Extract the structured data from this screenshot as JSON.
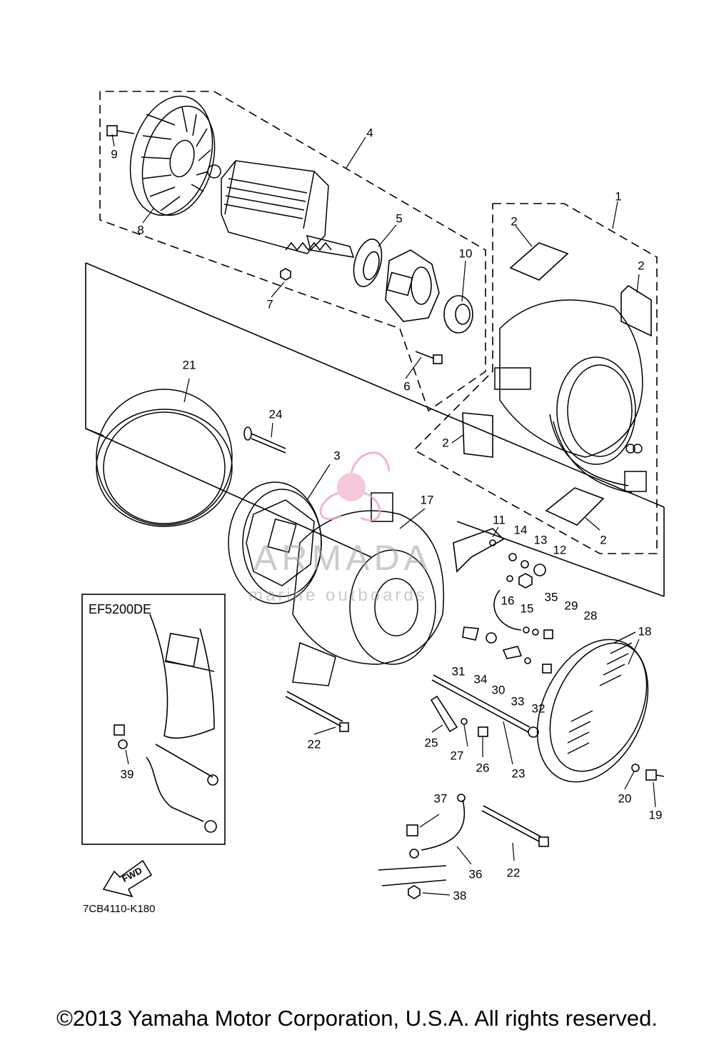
{
  "inset": {
    "title": "EF5200DE"
  },
  "drawing_code": "7CB4110-K180",
  "fwd_label": "FWD",
  "watermark": {
    "brand": "ARMADA",
    "tagline": "marine outboards"
  },
  "copyright": "©2013 Yamaha Motor Corporation, U.S.A. All rights reserved.",
  "callouts": {
    "c1": "1",
    "c2a": "2",
    "c2b": "2",
    "c2c": "2",
    "c2d": "2",
    "c3": "3",
    "c4": "4",
    "c5": "5",
    "c6": "6",
    "c7": "7",
    "c8": "8",
    "c9": "9",
    "c10": "10",
    "c11": "11",
    "c12": "12",
    "c13": "13",
    "c14": "14",
    "c15": "15",
    "c16": "16",
    "c17": "17",
    "c18": "18",
    "c19": "19",
    "c20": "20",
    "c21": "21",
    "c22a": "22",
    "c22b": "22",
    "c23": "23",
    "c24": "24",
    "c25": "25",
    "c26": "26",
    "c27": "27",
    "c28": "28",
    "c29": "29",
    "c30": "30",
    "c31": "31",
    "c32": "32",
    "c33": "33",
    "c34": "34",
    "c35": "35",
    "c36": "36",
    "c37": "37",
    "c38": "38",
    "c39": "39"
  }
}
